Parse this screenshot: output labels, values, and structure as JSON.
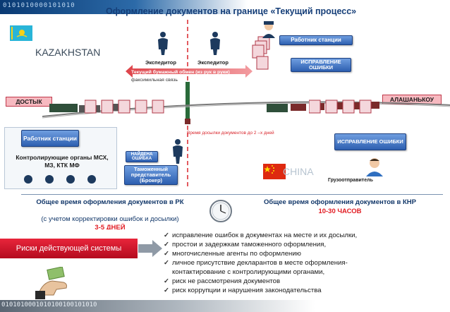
{
  "header": {
    "digits": "0101010000101010",
    "title": "Оформление документов на границе «Текущий процесс»"
  },
  "countries": {
    "left": "KAZAKHSTAN",
    "right": "CHINA"
  },
  "stations": {
    "left": "ДОСТЫК",
    "right": "АЛАШАНЬКОУ"
  },
  "agents": {
    "left": "Экспедитор",
    "right": "Экспедитор"
  },
  "exchange_note": {
    "line1": "Текущий бумажный обмен (из рук в руки)",
    "line2": "факсимильная связь"
  },
  "delivery_note": "Время досылки документов до  2 –х дней",
  "boxes": {
    "station_worker_cn": "Работник станции",
    "correction_top": "ИСПРАВЛЕНИЕ ОШИБКИ",
    "correction_bottom": "ИСПРАВЛЕНИЕ ОШИБКИ",
    "station_worker_kz": "Работник станции",
    "control_bodies": "Контролирующие органы МСХ, МЗ, КТК МФ",
    "error_found": "НАЙДЕНА ОШИБКА",
    "broker": "Таможенный представитель (Брокер)",
    "shipper": "Грузоотправитель"
  },
  "totals": {
    "rk_title": "Общее время оформления документов в РК",
    "rk_sub": "(с учетом корректировки ошибок и досылки)",
    "rk_value": "3-5 ДНЕЙ",
    "cn_title": "Общее время оформления документов в КНР",
    "cn_value": "10-30 ЧАСОВ"
  },
  "risks": {
    "label": "Риски  действующей системы",
    "items": [
      "исправление ошибок в документах на месте и их досылки,",
      "простои и задержкам таможенного оформления,",
      "многочисленные агенты по оформлению",
      "личное присутствие декларантов в месте оформления-",
      "риск не рассмотрения документов",
      "риск коррупции и нарушения законодательства"
    ],
    "item4_cont": "контактирование с контролирующими органами,"
  },
  "footer": {
    "digits": "0101010001010100100101010"
  },
  "colors": {
    "title": "#153e78",
    "accent_red": "#e11b22",
    "button_blue": "#2d5fb0",
    "tag_pink": "#f7b9c0"
  }
}
